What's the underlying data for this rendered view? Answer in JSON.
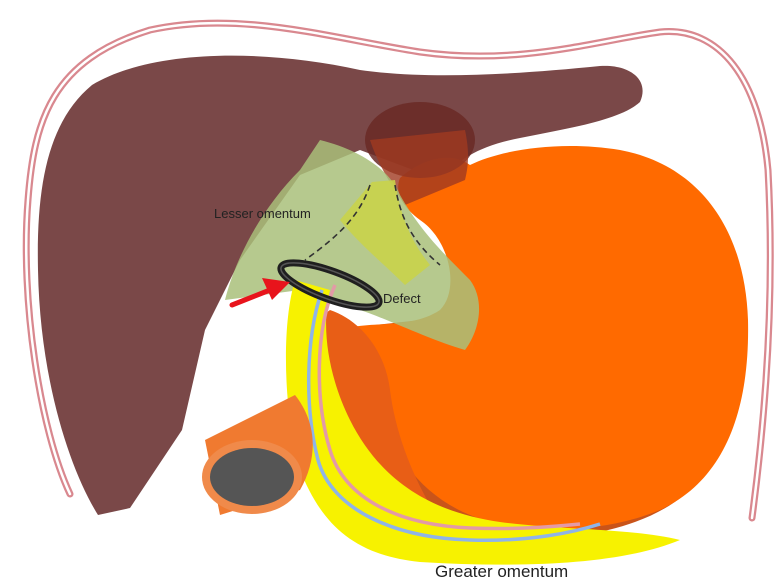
{
  "labels": {
    "lesser_omentum": "Lesser omentum",
    "defect": "Defect",
    "greater_omentum": "Greater omentum"
  },
  "colors": {
    "background": "#ffffff",
    "peritoneum_line": "#d9888f",
    "liver": "#7a4848",
    "stomach": "#ff6a00",
    "stomach_shadow": "#c9541a",
    "lesser_omentum": "#a9c07a",
    "greater_omentum": "#f7f200",
    "defect_ring": "#1f1f1f",
    "arrow": "#e8141c",
    "vessel_blue": "#8fb4e8",
    "vessel_pink": "#e39aa6",
    "bowel_ring": "#f08a4a",
    "bowel_lumen": "#555555"
  },
  "icons": {
    "arrow": "red-arrow-icon"
  }
}
